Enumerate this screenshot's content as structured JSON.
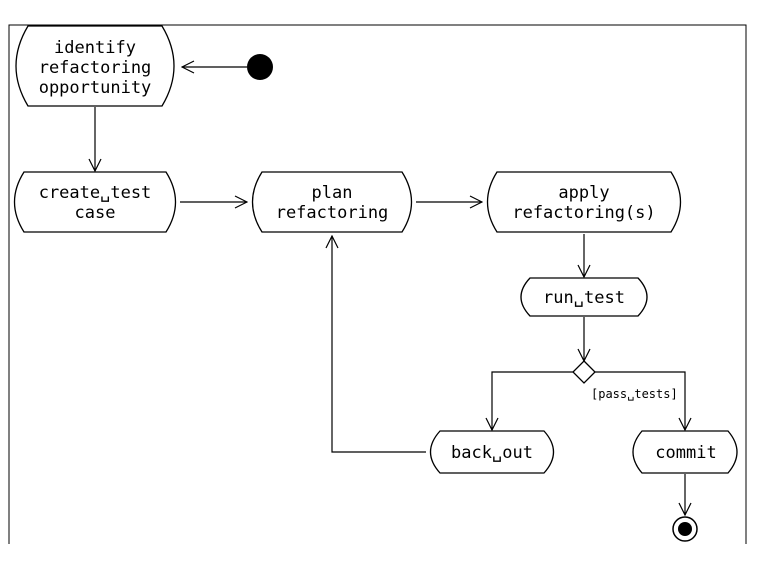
{
  "diagram": {
    "nodes": {
      "identify": {
        "lines": [
          "identify",
          "refactoring",
          "opportunity"
        ]
      },
      "create_test": {
        "lines": [
          "create␣test",
          "case"
        ]
      },
      "plan": {
        "lines": [
          "plan",
          "refactoring"
        ]
      },
      "apply": {
        "lines": [
          "apply",
          "refactoring(s)"
        ]
      },
      "run_test": {
        "lines": [
          "run␣test"
        ]
      },
      "back_out": {
        "lines": [
          "back␣out"
        ]
      },
      "commit": {
        "lines": [
          "commit"
        ]
      }
    },
    "guard_label": "[pass␣tests]"
  }
}
